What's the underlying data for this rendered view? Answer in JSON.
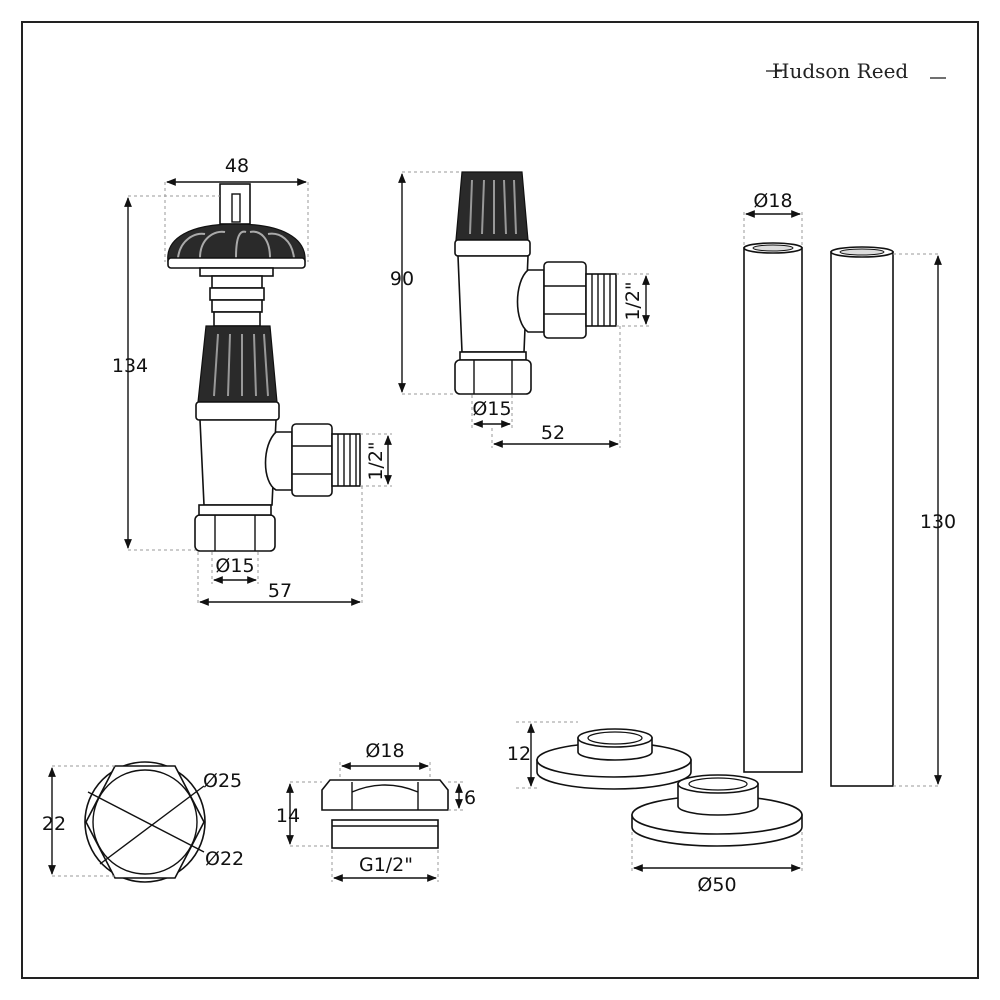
{
  "brand": "Hudson Reed",
  "valve_large": {
    "width": "48",
    "height": "134",
    "pipe_dia": "Ø15",
    "depth": "57",
    "thread": "1/2\""
  },
  "valve_small": {
    "height": "90",
    "pipe_dia": "Ø15",
    "depth": "52",
    "thread": "1/2\""
  },
  "pipes": {
    "diameter": "Ø18",
    "length": "130"
  },
  "nut": {
    "height": "22",
    "outer": "Ø25",
    "inner": "Ø22"
  },
  "adapter": {
    "diameter": "Ø18",
    "height": "14",
    "flange": "6",
    "thread": "G1/2\""
  },
  "collars": {
    "height": "12",
    "diameter": "Ø50"
  }
}
